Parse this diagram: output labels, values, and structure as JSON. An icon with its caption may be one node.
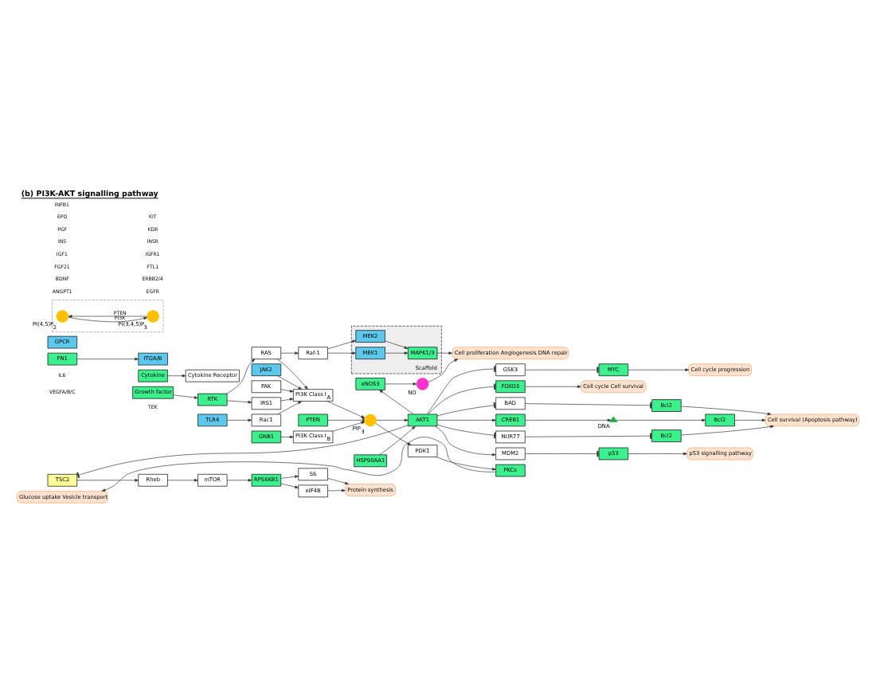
{
  "diagram": {
    "title": "(b) PI3K-AKT signalling pathway",
    "nodes": [
      {
        "text": [
          "Growth factor"
        ]
      },
      {
        "text": [
          "RTK"
        ]
      },
      {
        "text": [
          "TSC2"
        ]
      },
      {
        "text": [
          "Rheb"
        ]
      },
      {
        "text": [
          "mTOR"
        ]
      },
      {
        "text": [
          "RPS6KB1"
        ]
      },
      {
        "text": [
          "eIF4B"
        ]
      },
      {
        "text": [
          "S6"
        ]
      },
      {
        "text": [
          "Protein synthesis"
        ]
      },
      {
        "text": [
          "PKCs"
        ]
      },
      {
        "text": [
          "Glucose uptake Vesicle transport"
        ]
      },
      {
        "text": [
          "RAS"
        ]
      },
      {
        "text": [
          "Raf-1"
        ]
      },
      {
        "text": [
          "Scaffold"
        ]
      },
      {
        "text": [
          "MEK1"
        ],
        "in": 13
      },
      {
        "text": [
          "MEK2"
        ],
        "in": 13
      },
      {
        "text": [
          "MAPK1/3"
        ],
        "in": 13
      },
      {
        "text": [
          "Cell proliferation Angiogenesis DNA repair"
        ]
      },
      {
        "text": [
          "IRS1"
        ]
      },
      {
        "text": [
          "eNOS3"
        ]
      },
      {
        "text": [],
        "shape": "circle",
        "beside": [
          "NO"
        ]
      },
      {
        "text": [
          "TLR4"
        ]
      },
      {
        "text": [
          "Rac1"
        ]
      },
      {
        "text": [
          "PI3K Class I$_{A}$"
        ]
      },
      {
        "text": [
          "Cytokine"
        ]
      },
      {
        "text": [
          "Cytokine Receptor"
        ]
      },
      {
        "text": [
          "JAK2"
        ]
      },
      {
        "text": [
          "PDK1"
        ]
      },
      {
        "text": [
          "FN1"
        ]
      },
      {
        "text": [
          "ITGA/B"
        ]
      },
      {
        "text": [
          "FAK"
        ]
      },
      {
        "text": [],
        "shape": "circle",
        "beside": [
          "PIP$_{3}$"
        ]
      },
      {
        "text": [
          "AKT1"
        ]
      },
      {
        "text": [
          "PTEN"
        ]
      },
      {
        "text": [
          "GPCR"
        ]
      },
      {
        "text": [
          "GNB1"
        ]
      },
      {
        "text": [
          "PI3K Class I$_{B}$"
        ]
      },
      {
        "text": [
          "HSP90AA1"
        ]
      },
      {
        "text": [
          "GSK3"
        ]
      },
      {
        "text": [
          "MYC"
        ]
      },
      {
        "text": [
          "Cell cycle progression"
        ]
      },
      {
        "text": [
          "FOXO3"
        ]
      },
      {
        "text": [
          "Cell cycle Cell survival"
        ]
      },
      {
        "text": [
          "BAD"
        ]
      },
      {
        "text": [
          "Bcl2"
        ]
      },
      {
        "text": [
          "Cell survival (Apoptosis pathway)"
        ]
      },
      {
        "text": [
          "CREB1"
        ]
      },
      {
        "text": [],
        "shape": "triangle",
        "beside": [
          "DNA"
        ]
      },
      {
        "text": [
          "Bcl2"
        ]
      },
      {
        "text": [
          "NUR77"
        ]
      },
      {
        "text": [
          "Bcl2"
        ]
      },
      {
        "text": [
          "MDM2"
        ]
      },
      {
        "text": [
          "p53"
        ]
      },
      {
        "text": [
          "p53 signalling pathway"
        ]
      },
      {
        "text": [],
        "shape": "box"
      },
      {
        "text": [],
        "shape": "circle",
        "beside": [
          "PI(4,5)P$_{2}$"
        ],
        "in": 54
      },
      {
        "text": [],
        "shape": "circle",
        "beside": [
          "PI(3,4,5)P$_{3}$"
        ],
        "in": 54
      }
    ],
    "edges": [
      {
        "from": 0,
        "to": 1,
        "arrow": "to"
      },
      {
        "from": 1,
        "to": 11,
        "arrow": "to"
      },
      {
        "from": 1,
        "to": 18,
        "arrow": "to"
      },
      {
        "from": 11,
        "to": 12,
        "arrow": "to"
      },
      {
        "from": 11,
        "to": 23,
        "arrow": "to"
      },
      {
        "from": 12,
        "to": 14,
        "arrow": "to"
      },
      {
        "from": 12,
        "to": 15,
        "arrow": "to"
      },
      {
        "from": 14,
        "to": 16,
        "arrow": "to"
      },
      {
        "from": 15,
        "to": 16,
        "arrow": "to"
      },
      {
        "from": 16,
        "to": 17,
        "arrow": "to"
      },
      {
        "from": 2,
        "to": 3,
        "arrow": "to"
      },
      {
        "from": 3,
        "to": 4,
        "arrow": "to"
      },
      {
        "from": 4,
        "to": 5,
        "arrow": "to"
      },
      {
        "from": 5,
        "to": 6,
        "arrow": "to"
      },
      {
        "from": 5,
        "to": 7,
        "arrow": "to"
      },
      {
        "from": 6,
        "to": 8,
        "arrow": "to"
      },
      {
        "from": 7,
        "to": 8,
        "arrow": "to"
      },
      {
        "from": 9,
        "to": 10,
        "arrow": "to"
      },
      {
        "from": 19,
        "to": 20,
        "arrow": "to"
      },
      {
        "from": 20,
        "to": 17,
        "arrow": "to"
      },
      {
        "from": 18,
        "to": 23,
        "arrow": "to"
      },
      {
        "from": 21,
        "to": 22,
        "arrow": "to"
      },
      {
        "from": 22,
        "to": 23,
        "arrow": "to"
      },
      {
        "from": 26,
        "to": 23,
        "arrow": "to"
      },
      {
        "from": 30,
        "to": 23,
        "arrow": "to"
      },
      {
        "from": 24,
        "to": 25,
        "arrow": "to"
      },
      {
        "from": 28,
        "to": 29,
        "arrow": "to"
      },
      {
        "from": 23,
        "to": 31,
        "arrow": "to"
      },
      {
        "from": 31,
        "to": 27,
        "arrow": "to"
      },
      {
        "from": 31,
        "to": 32,
        "arrow": "to"
      },
      {
        "from": 27,
        "to": 9,
        "arrow": "to"
      },
      {
        "from": 33,
        "to": 31,
        "arrow": "other"
      },
      {
        "from": 35,
        "to": 36,
        "arrow": "to"
      },
      {
        "from": 36,
        "to": 31,
        "arrow": "to"
      },
      {
        "from": 37,
        "to": 32,
        "arrow": "to"
      },
      {
        "from": 32,
        "to": 2,
        "arrow": "other"
      },
      {
        "from": 32,
        "to": 19,
        "arrow": "to"
      },
      {
        "from": 32,
        "to": 38,
        "arrow": "other"
      },
      {
        "from": 32,
        "to": 41,
        "arrow": "other"
      },
      {
        "from": 32,
        "to": 43,
        "arrow": "other"
      },
      {
        "from": 32,
        "to": 46,
        "arrow": "to"
      },
      {
        "from": 32,
        "to": 49,
        "arrow": "other"
      },
      {
        "from": 32,
        "to": 51,
        "arrow": "to"
      },
      {
        "from": 38,
        "to": 39,
        "arrow": "other"
      },
      {
        "from": 39,
        "to": 40,
        "arrow": "to"
      },
      {
        "from": 41,
        "to": 42,
        "arrow": "to"
      },
      {
        "from": 43,
        "to": 44,
        "arrow": "other"
      },
      {
        "from": 44,
        "to": 45,
        "arrow": "to"
      },
      {
        "from": 46,
        "to": 47,
        "arrow": "to"
      },
      {
        "from": 47,
        "to": 48,
        "arrow": "to"
      },
      {
        "from": 48,
        "to": 45,
        "arrow": "to"
      },
      {
        "from": 49,
        "to": 50,
        "arrow": "other"
      },
      {
        "from": 50,
        "to": 45,
        "arrow": "to"
      },
      {
        "from": 51,
        "to": 52,
        "arrow": "other"
      },
      {
        "from": 52,
        "to": 53,
        "arrow": "to"
      },
      {
        "from": 55,
        "to": 56,
        "arrow": "to",
        "label": "PI3K"
      },
      {
        "from": 56,
        "to": 55,
        "arrow": "to",
        "label": "PTEN"
      }
    ],
    "labels": [
      "ANGPT1",
      "BDNF",
      "FGF21",
      "IGF1",
      "INS",
      "PGF",
      "VEGFA/B/C",
      "EGFR",
      "ERBB2/4",
      "FTL1",
      "IGFR1",
      "INSR",
      "KDR",
      "KIT",
      "TEK",
      "EPO",
      "INFB1",
      "IL6"
    ]
  }
}
